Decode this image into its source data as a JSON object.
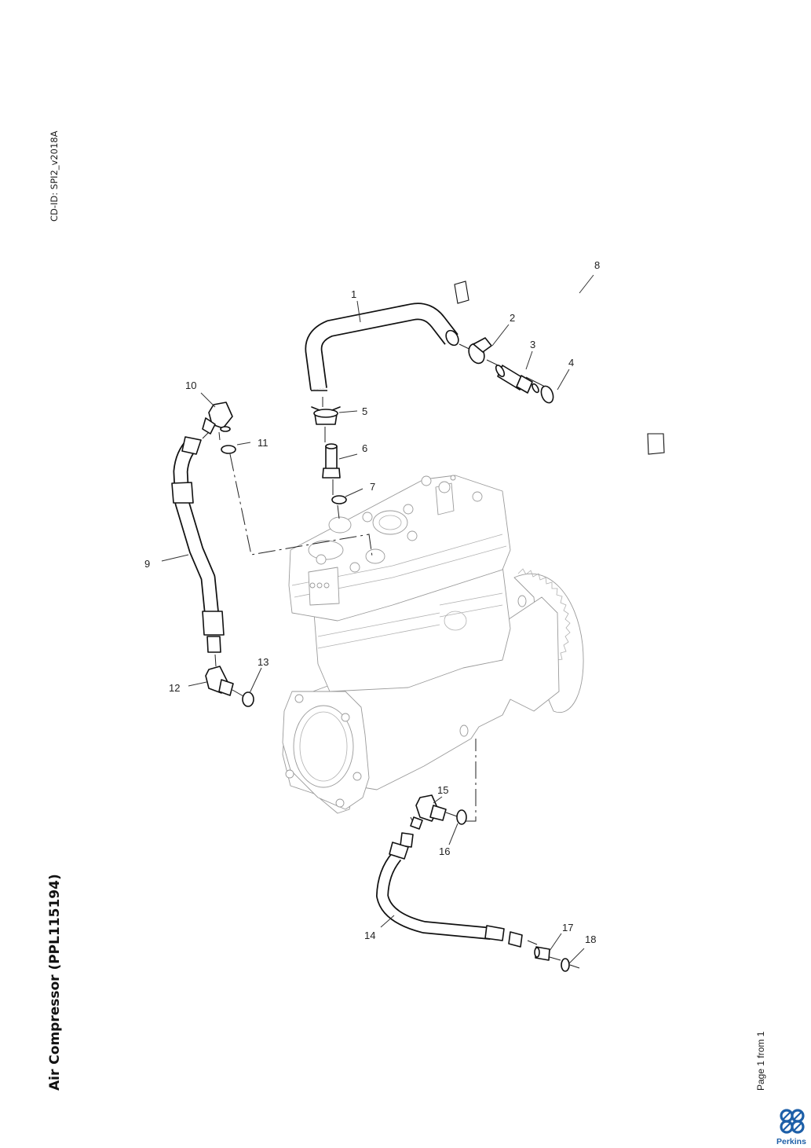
{
  "document": {
    "cd_id": "CD-ID: SPI2_v2018A",
    "title": "Air Compressor (PPL115194)",
    "page_info": "Page 1 from 1",
    "brand": "Perkins",
    "brand_color": "#1d5fa8"
  },
  "diagram": {
    "callouts": [
      {
        "id": "1",
        "label": "1"
      },
      {
        "id": "2",
        "label": "2"
      },
      {
        "id": "3",
        "label": "3"
      },
      {
        "id": "4",
        "label": "4"
      },
      {
        "id": "5",
        "label": "5"
      },
      {
        "id": "6",
        "label": "6"
      },
      {
        "id": "7",
        "label": "7"
      },
      {
        "id": "8",
        "label": "8"
      },
      {
        "id": "9",
        "label": "9"
      },
      {
        "id": "10",
        "label": "10"
      },
      {
        "id": "11",
        "label": "11"
      },
      {
        "id": "12",
        "label": "12"
      },
      {
        "id": "13",
        "label": "13"
      },
      {
        "id": "14",
        "label": "14"
      },
      {
        "id": "15",
        "label": "15"
      },
      {
        "id": "16",
        "label": "16"
      },
      {
        "id": "17",
        "label": "17"
      },
      {
        "id": "18",
        "label": "18"
      }
    ]
  }
}
